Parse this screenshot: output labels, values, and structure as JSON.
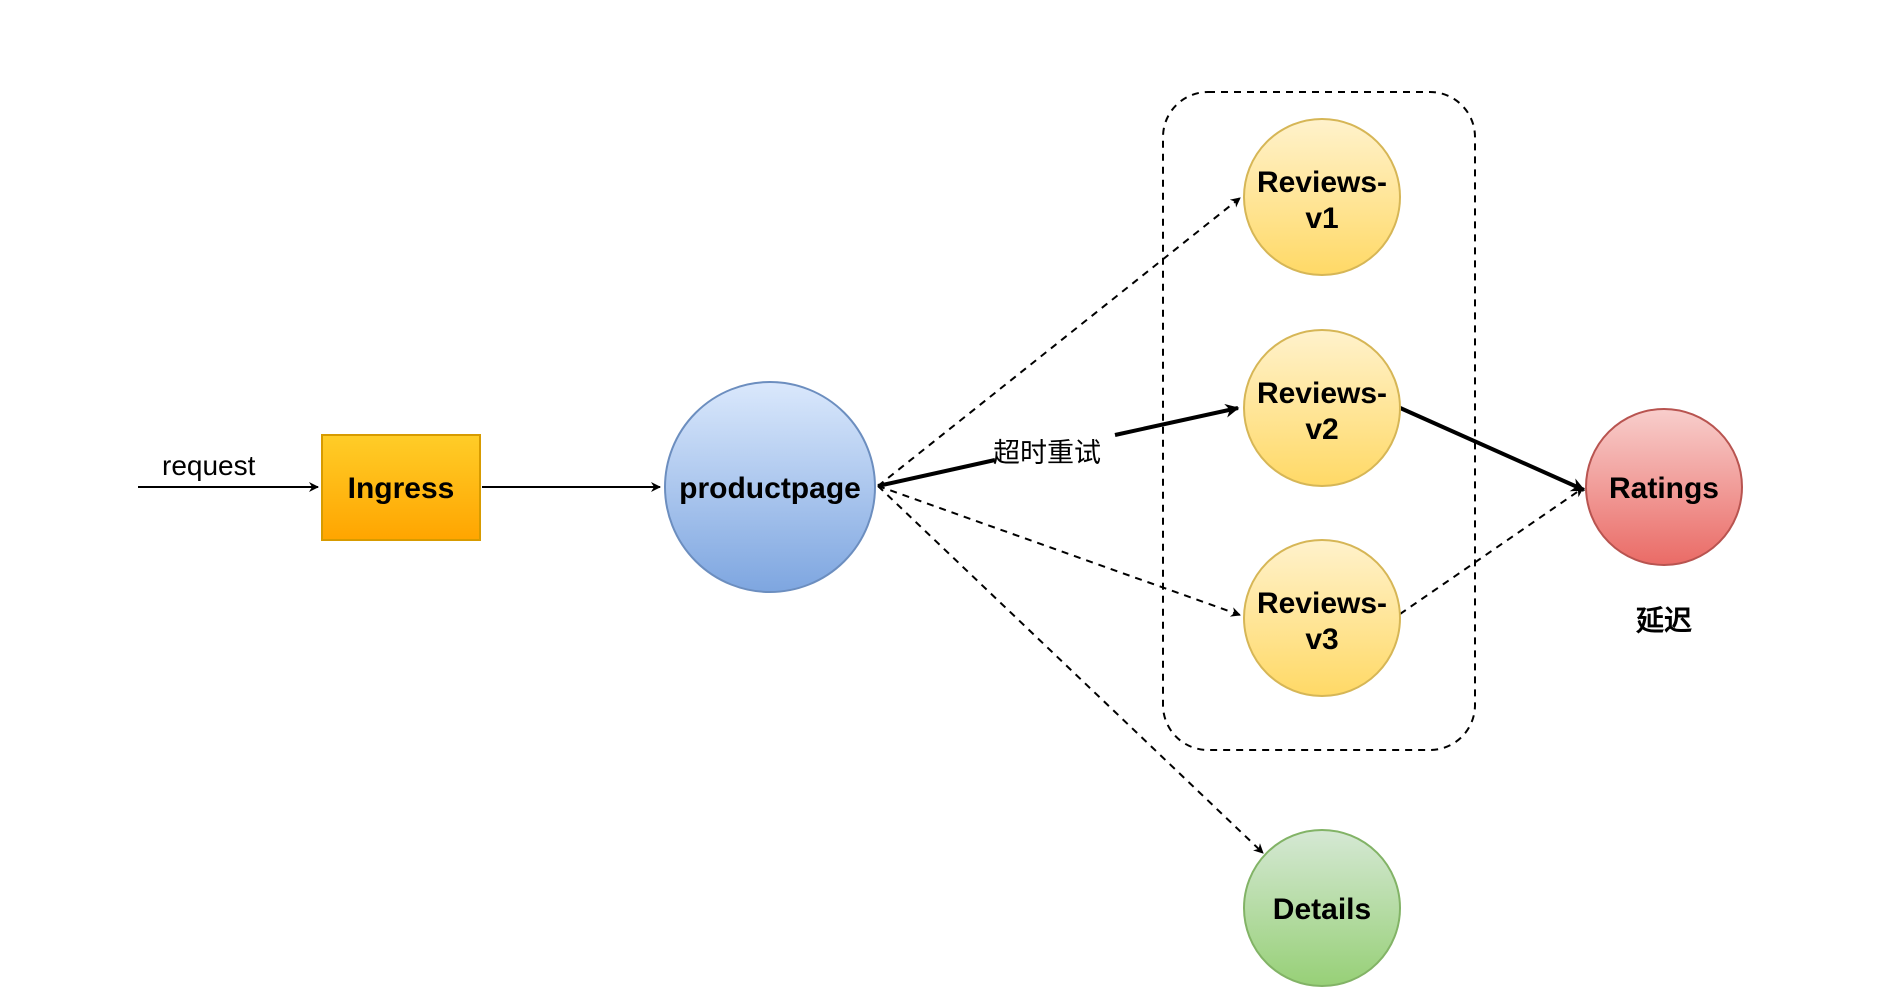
{
  "nodes": {
    "ingress": {
      "label": "Ingress",
      "fill": "#F9B800",
      "stroke": "#D79B00"
    },
    "productpage": {
      "label": "productpage",
      "fill": "#A4C2F4",
      "stroke": "#6C8EBF"
    },
    "reviews_v1": {
      "label_line1": "Reviews-",
      "label_line2": "v1",
      "fill": "#FFE08A",
      "stroke": "#D6B656"
    },
    "reviews_v2": {
      "label_line1": "Reviews-",
      "label_line2": "v2",
      "fill": "#FFE08A",
      "stroke": "#D6B656"
    },
    "reviews_v3": {
      "label_line1": "Reviews-",
      "label_line2": "v3",
      "fill": "#FFE08A",
      "stroke": "#D6B656"
    },
    "ratings": {
      "label": "Ratings",
      "fill": "#EA8A8A",
      "stroke": "#B85450"
    },
    "details": {
      "label": "Details",
      "fill": "#A9D18E",
      "stroke": "#82B366"
    }
  },
  "labels": {
    "request": "request",
    "timeout_retry": "超时重试",
    "delay": "延迟"
  }
}
